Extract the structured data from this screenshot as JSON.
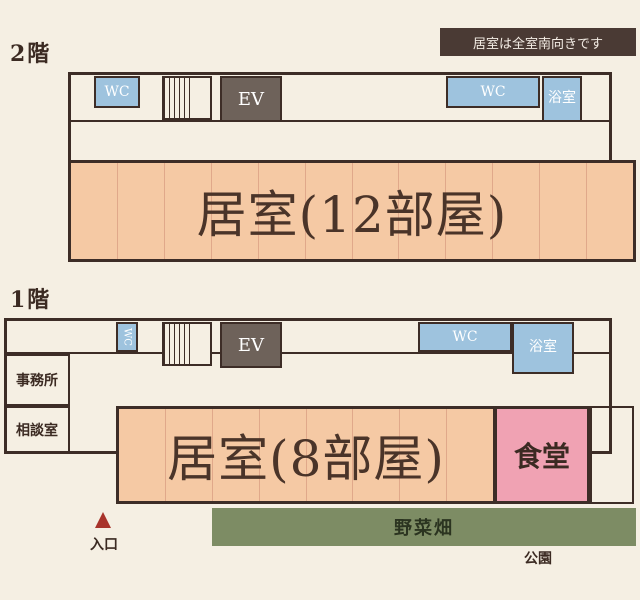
{
  "note": "居室は全室南向きです",
  "floor2": {
    "label": "2階",
    "wc_left": "WC",
    "ev": "EV",
    "wc_right": "WC",
    "bath": "浴室",
    "living": "居室(12部屋)",
    "rooms_count": 12
  },
  "floor1": {
    "label": "1階",
    "office": "事務所",
    "consult": "相談室",
    "wc_small": "WC",
    "ev": "EV",
    "wc": "WC",
    "bath": "浴室",
    "living": "居室(8部屋)",
    "rooms_count": 8,
    "dining": "食堂",
    "garden": "野菜畑",
    "entrance": "入口",
    "park": "公園"
  },
  "colors": {
    "living": "#f5c9a4",
    "dining": "#f0a2b3",
    "facility": "#9ec3de",
    "elevator": "#6e625a",
    "garden": "#7d8c64",
    "entrance_marker": "#a8332b"
  }
}
